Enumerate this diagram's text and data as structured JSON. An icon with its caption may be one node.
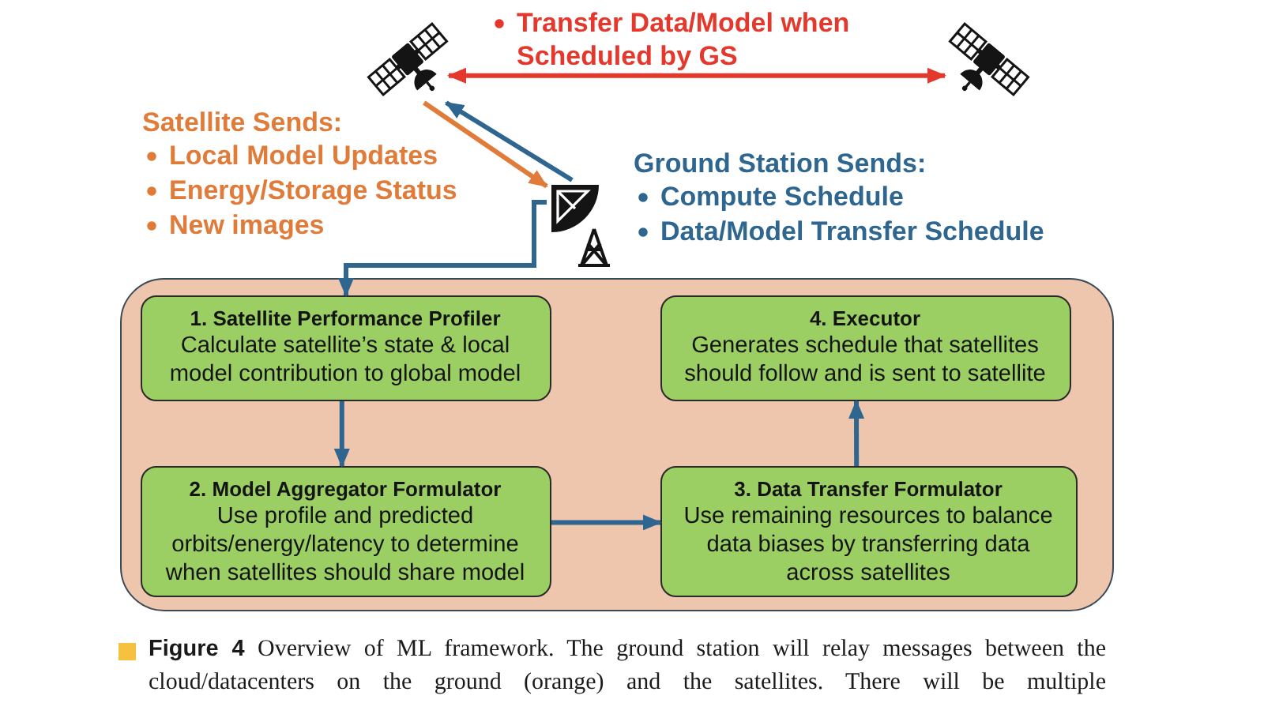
{
  "diagram": {
    "caption": "**Figure 4** Overview of ML framework. The ground station will relay messages between the cloud/datacenters on the ground (orange) and the satellites. There will be multiple",
    "nodes": [
      {
        "text": [],
        "shape": "picture"
      },
      {
        "text": [],
        "shape": "picture"
      },
      {
        "text": [],
        "shape": "picture"
      },
      {
        "text": [],
        "shape": "box"
      },
      {
        "text": [
          "1. Satellite Performance Profiler",
          "Calculate satellite’s state & local model contribution to global model"
        ],
        "in": 3
      },
      {
        "text": [
          "4. Executor",
          "Generates schedule that satellites should follow and is sent to satellite"
        ],
        "in": 3
      },
      {
        "text": [
          "2. Model Aggregator Formulator",
          "Use profile and predicted orbits/energy/latency to determine when satellites should share model"
        ],
        "in": 3
      },
      {
        "text": [
          "3. Data Transfer Formulator",
          "Use remaining resources to balance data biases by transferring data across satellites"
        ],
        "in": 3
      }
    ],
    "edges": [
      {
        "from": 0,
        "to": 1,
        "arrow": "both",
        "color": "#e5382d"
      },
      {
        "from": 0,
        "to": 2,
        "arrow": "to",
        "color": "#e07b39"
      },
      {
        "from": 2,
        "to": 0,
        "arrow": "to"
      },
      {
        "from": 2,
        "to": 4,
        "arrow": "to"
      },
      {
        "from": 4,
        "to": 6,
        "arrow": "to"
      },
      {
        "from": 6,
        "to": 7,
        "arrow": "to"
      },
      {
        "from": 7,
        "to": 5,
        "arrow": "to"
      }
    ],
    "labels": [
      "Transfer Data/Model when Scheduled by GS",
      "Satellite Sends:",
      "Local Model Updates",
      "Energy/Storage Status",
      "New images",
      "Ground Station Sends:",
      "Compute Schedule",
      "Data/Model Transfer Schedule"
    ]
  }
}
